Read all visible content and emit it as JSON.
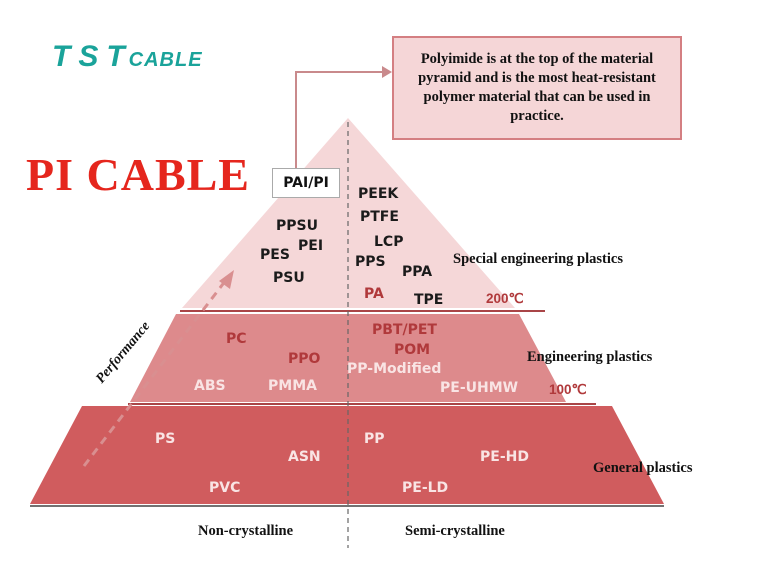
{
  "brand": {
    "logo_main": "TST",
    "logo_sub": "CABLE",
    "logo_color": "#1aa39a"
  },
  "title": "PI CABLE",
  "callout": "Polyimide is at the top of the material pyramid and is the most heat-resistant polymer material that can be used in practice.",
  "apex_label": "PAI/PI",
  "tiers": {
    "special": {
      "name": "Special engineering plastics",
      "temperature": "200℃",
      "left": [
        "PPSU",
        "PEI",
        "PES",
        "PSU"
      ],
      "right": [
        "PEEK",
        "PTFE",
        "LCP",
        "PPS",
        "PPA",
        "PA",
        "TPE"
      ]
    },
    "engineering": {
      "name": "Engineering plastics",
      "temperature": "100℃",
      "left": [
        "PC",
        "PPO",
        "ABS",
        "PMMA"
      ],
      "right": [
        "PBT/PET",
        "POM",
        "PP-Modified",
        "PE-UHMW"
      ]
    },
    "general": {
      "name": "General plastics",
      "left": [
        "PS",
        "ASN",
        "PVC"
      ],
      "right": [
        "PP",
        "PE-HD",
        "PE-LD"
      ]
    }
  },
  "axis": {
    "left": "Non-crystalline",
    "right": "Semi-crystalline",
    "arrow": "Performance"
  },
  "colors": {
    "tier_special": "#f5d7d8",
    "tier_engineering": "#dd8a8c",
    "tier_general": "#d05c5e",
    "accent_red": "#e5261d"
  }
}
